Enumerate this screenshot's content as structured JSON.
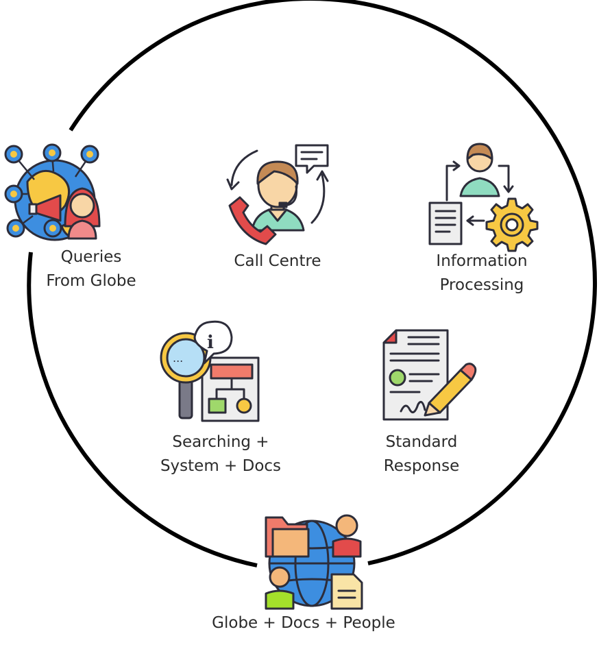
{
  "nodes": {
    "queries": {
      "line1": "Queries",
      "line2": "From Globe",
      "icon": "globe-megaphone-people-icon"
    },
    "call_centre": {
      "line1": "Call Centre",
      "icon": "call-centre-agent-icon"
    },
    "information_processing": {
      "line1": "Information",
      "line2": "Processing",
      "icon": "person-document-gear-cycle-icon"
    },
    "searching": {
      "line1": "Searching +",
      "line2": "System + Docs",
      "icon": "magnifier-flowchart-icon"
    },
    "standard_response": {
      "line1": "Standard",
      "line2": "Response",
      "icon": "signed-document-pen-icon"
    },
    "globe_docs_people": {
      "line1": "Globe + Docs + People",
      "icon": "globe-folder-people-doc-icon"
    }
  },
  "colors": {
    "circle": "#000000",
    "outline": "#2d2d3a",
    "skin": "#f8d6a6",
    "hair": "#c48a55",
    "teal": "#8fdcc0",
    "red": "#e24b4b",
    "blue": "#3d8ee0",
    "lightblue": "#b6dff6",
    "yellow": "#f7c843",
    "orange": "#f4a460",
    "green": "#9fd86b",
    "lime": "#a4e02b",
    "paper": "#eeeeee"
  }
}
